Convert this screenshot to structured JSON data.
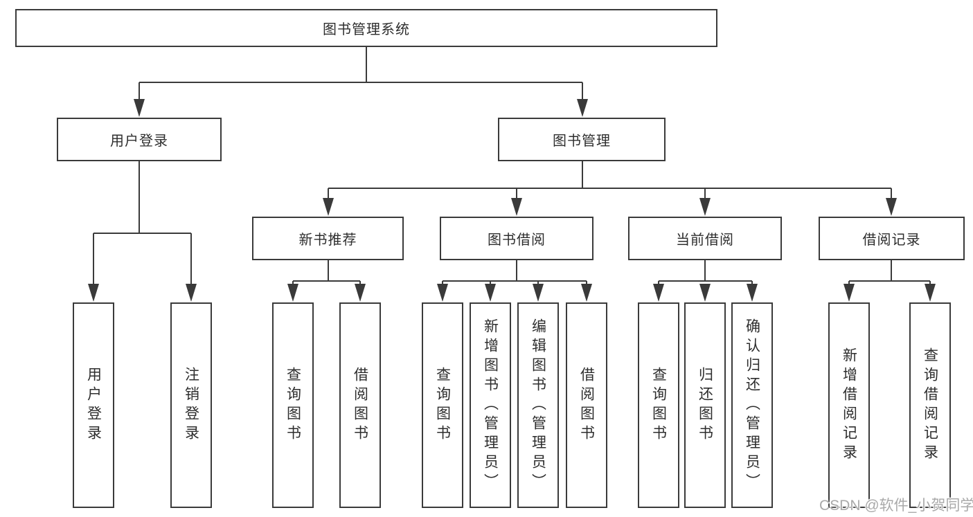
{
  "diagram": {
    "root": {
      "label": "图书管理系统"
    },
    "level2": [
      {
        "label": "用户登录"
      },
      {
        "label": "图书管理"
      }
    ],
    "level3": [
      {
        "label": "新书推荐"
      },
      {
        "label": "图书借阅"
      },
      {
        "label": "当前借阅"
      },
      {
        "label": "借阅记录"
      }
    ],
    "leaves": {
      "user_login": [
        "用户登录",
        "注销登录"
      ],
      "new_book_recommend": [
        "查询图书",
        "借阅图书"
      ],
      "book_borrow": [
        "查询图书",
        "新增图书（管理员）",
        "编辑图书（管理员）",
        "借阅图书"
      ],
      "current_borrow": [
        "查询图书",
        "归还图书",
        "确认归还（管理员）"
      ],
      "borrow_record": [
        "新增借阅记录",
        "查询借阅记录"
      ]
    },
    "colors": {
      "line": "#3a3a3a",
      "box_border": "#3a3a3a",
      "text": "#2d2d2d",
      "background": "#ffffff",
      "watermark": "#a9a9a9"
    },
    "watermark": "CSDN @软件_小贺同学"
  }
}
